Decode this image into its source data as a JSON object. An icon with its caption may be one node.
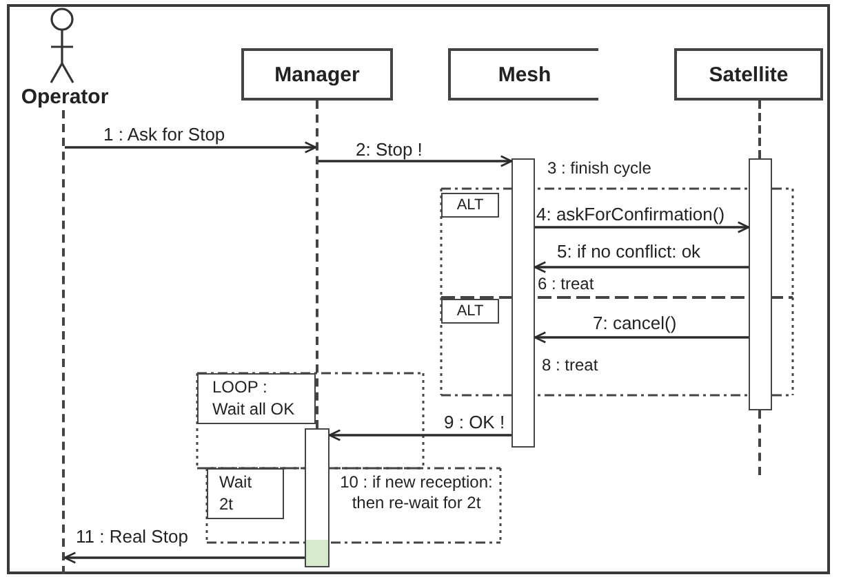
{
  "diagram": {
    "nodes": [
      {
        "text": [
          "Operator"
        ]
      },
      {
        "text": [
          "Manager"
        ]
      },
      {
        "text": [
          "Mesh"
        ]
      },
      {
        "text": [
          "Satellite"
        ]
      },
      {
        "text": [],
        "shape": "line"
      },
      {
        "text": [],
        "shape": "line"
      },
      {
        "text": [],
        "shape": "line"
      },
      {
        "text": [],
        "shape": "bar",
        "beside": [
          "3 : finish cycle",
          "6 : treat",
          "8 : treat"
        ]
      },
      {
        "text": [],
        "shape": "bar"
      },
      {
        "text": [
          "ALT"
        ]
      },
      {
        "text": [
          "ALT"
        ]
      },
      {
        "text": [
          "LOOP : Wait all OK"
        ]
      },
      {
        "text": [],
        "shape": "line"
      },
      {
        "text": [],
        "shape": "bar"
      },
      {
        "text": [
          "Wait 2t"
        ]
      }
    ],
    "edges": [
      {
        "from": 4,
        "to": 5,
        "arrow": "to",
        "label": "1 : Ask for Stop"
      },
      {
        "from": 5,
        "to": 7,
        "arrow": "to",
        "label": "2: Stop !"
      },
      {
        "from": 7,
        "to": 8,
        "arrow": "to",
        "label": "4: askForConfirmation()"
      },
      {
        "from": 8,
        "to": 7,
        "arrow": "to",
        "label": "5: if no conflict: ok"
      },
      {
        "from": 8,
        "to": 7,
        "arrow": "to",
        "label": "7: cancel()"
      },
      {
        "from": 7,
        "to": 13,
        "arrow": "to",
        "label": "9 : OK !"
      },
      {
        "from": 13,
        "to": 4,
        "arrow": "to",
        "label": "11 : Real Stop"
      }
    ],
    "labels": [
      "10 : if new reception: then re-wait for 2t"
    ]
  }
}
